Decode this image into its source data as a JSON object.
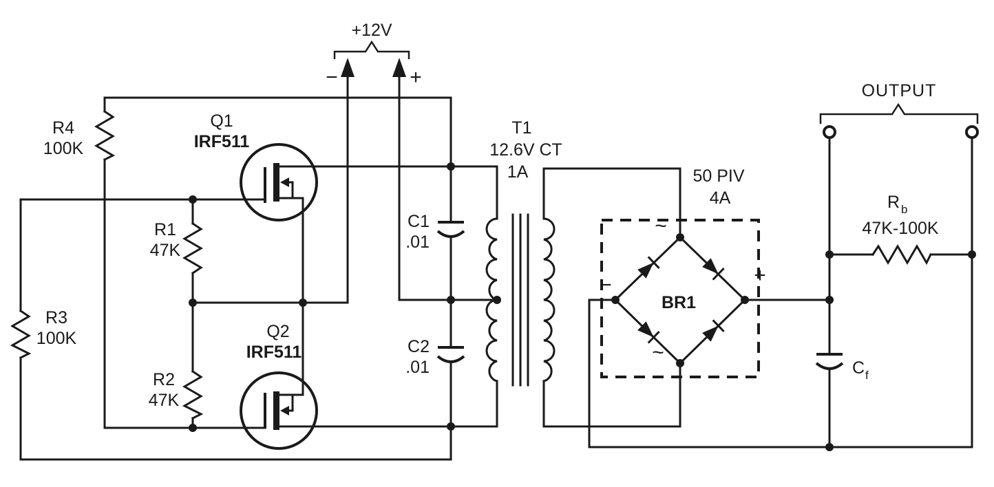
{
  "colors": {
    "ink": "#1a1a1a",
    "background": "#ffffff"
  },
  "supply": {
    "label": "+12V",
    "negative": "−",
    "positive": "+"
  },
  "transistors": {
    "q1": {
      "designator": "Q1",
      "part": "IRF511"
    },
    "q2": {
      "designator": "Q2",
      "part": "IRF511"
    }
  },
  "resistors": {
    "r1": {
      "designator": "R1",
      "value": "47K"
    },
    "r2": {
      "designator": "R2",
      "value": "47K"
    },
    "r3": {
      "designator": "R3",
      "value": "100K"
    },
    "r4": {
      "designator": "R4",
      "value": "100K"
    },
    "rb": {
      "designator": "R",
      "designator_sub": "b",
      "value": "47K-100K"
    }
  },
  "capacitors": {
    "c1": {
      "designator": "C1",
      "value": ".01"
    },
    "c2": {
      "designator": "C2",
      "value": ".01"
    },
    "cf": {
      "designator": "C",
      "designator_sub": "f"
    }
  },
  "transformer": {
    "designator": "T1",
    "rating": "12.6V CT",
    "current": "1A"
  },
  "bridge": {
    "designator": "BR1",
    "piv": "50 PIV",
    "amps": "4A",
    "ac_top": "~",
    "ac_bottom": "~",
    "negative": "−",
    "positive": "+"
  },
  "output": {
    "label": "OUTPUT"
  }
}
